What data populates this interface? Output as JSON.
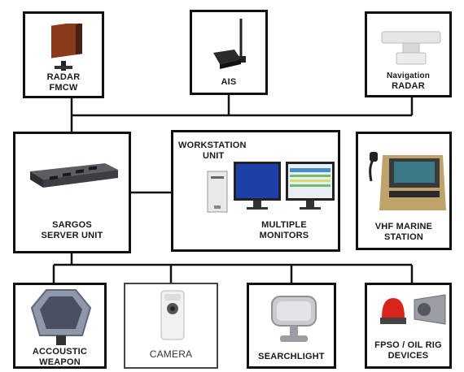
{
  "diagram": {
    "nodes": {
      "radar_fmcw": {
        "line1": "RADAR",
        "line2": "FMCW"
      },
      "ais": {
        "line1": "AIS"
      },
      "navigation_radar": {
        "line1": "Navigation",
        "line2": "RADAR"
      },
      "sargos_server": {
        "line1": "SARGOS",
        "line2": "SERVER UNIT"
      },
      "workstation": {
        "line1": "WORKSTATION",
        "line2": "UNIT",
        "monitors1": "MULTIPLE",
        "monitors2": "MONITORS"
      },
      "vhf_marine": {
        "line1": "VHF MARINE",
        "line2": "STATION"
      },
      "acoustic_weapon": {
        "line1": "ACCOUSTIC",
        "line2": "WEAPON"
      },
      "camera": {
        "line1": "CAMERA"
      },
      "searchlight": {
        "line1": "SEARCHLIGHT"
      },
      "fpso_devices": {
        "line1": "FPSO / OIL RIG",
        "line2": "DEVICES"
      }
    },
    "colors": {
      "line": "#111111",
      "radar_body": "#8a3b1c",
      "monitor_screen": "#1d3fa8",
      "vhf_screen": "#3c7a88",
      "beacon": "#d8241c",
      "device_grey": "#9a9da3"
    }
  }
}
